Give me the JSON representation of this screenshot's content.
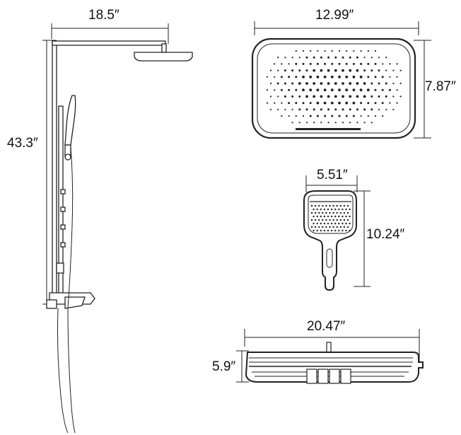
{
  "dimensions": {
    "system_width": "18.5″",
    "system_height": "43.3″",
    "rain_head_width": "12.99″",
    "rain_head_depth": "7.87″",
    "hand_shower_width": "5.51″",
    "hand_shower_length": "10.24″",
    "tray_width": "20.47″",
    "tray_height": "5.9″"
  },
  "colors": {
    "ink": "#222222",
    "background": "#ffffff"
  }
}
